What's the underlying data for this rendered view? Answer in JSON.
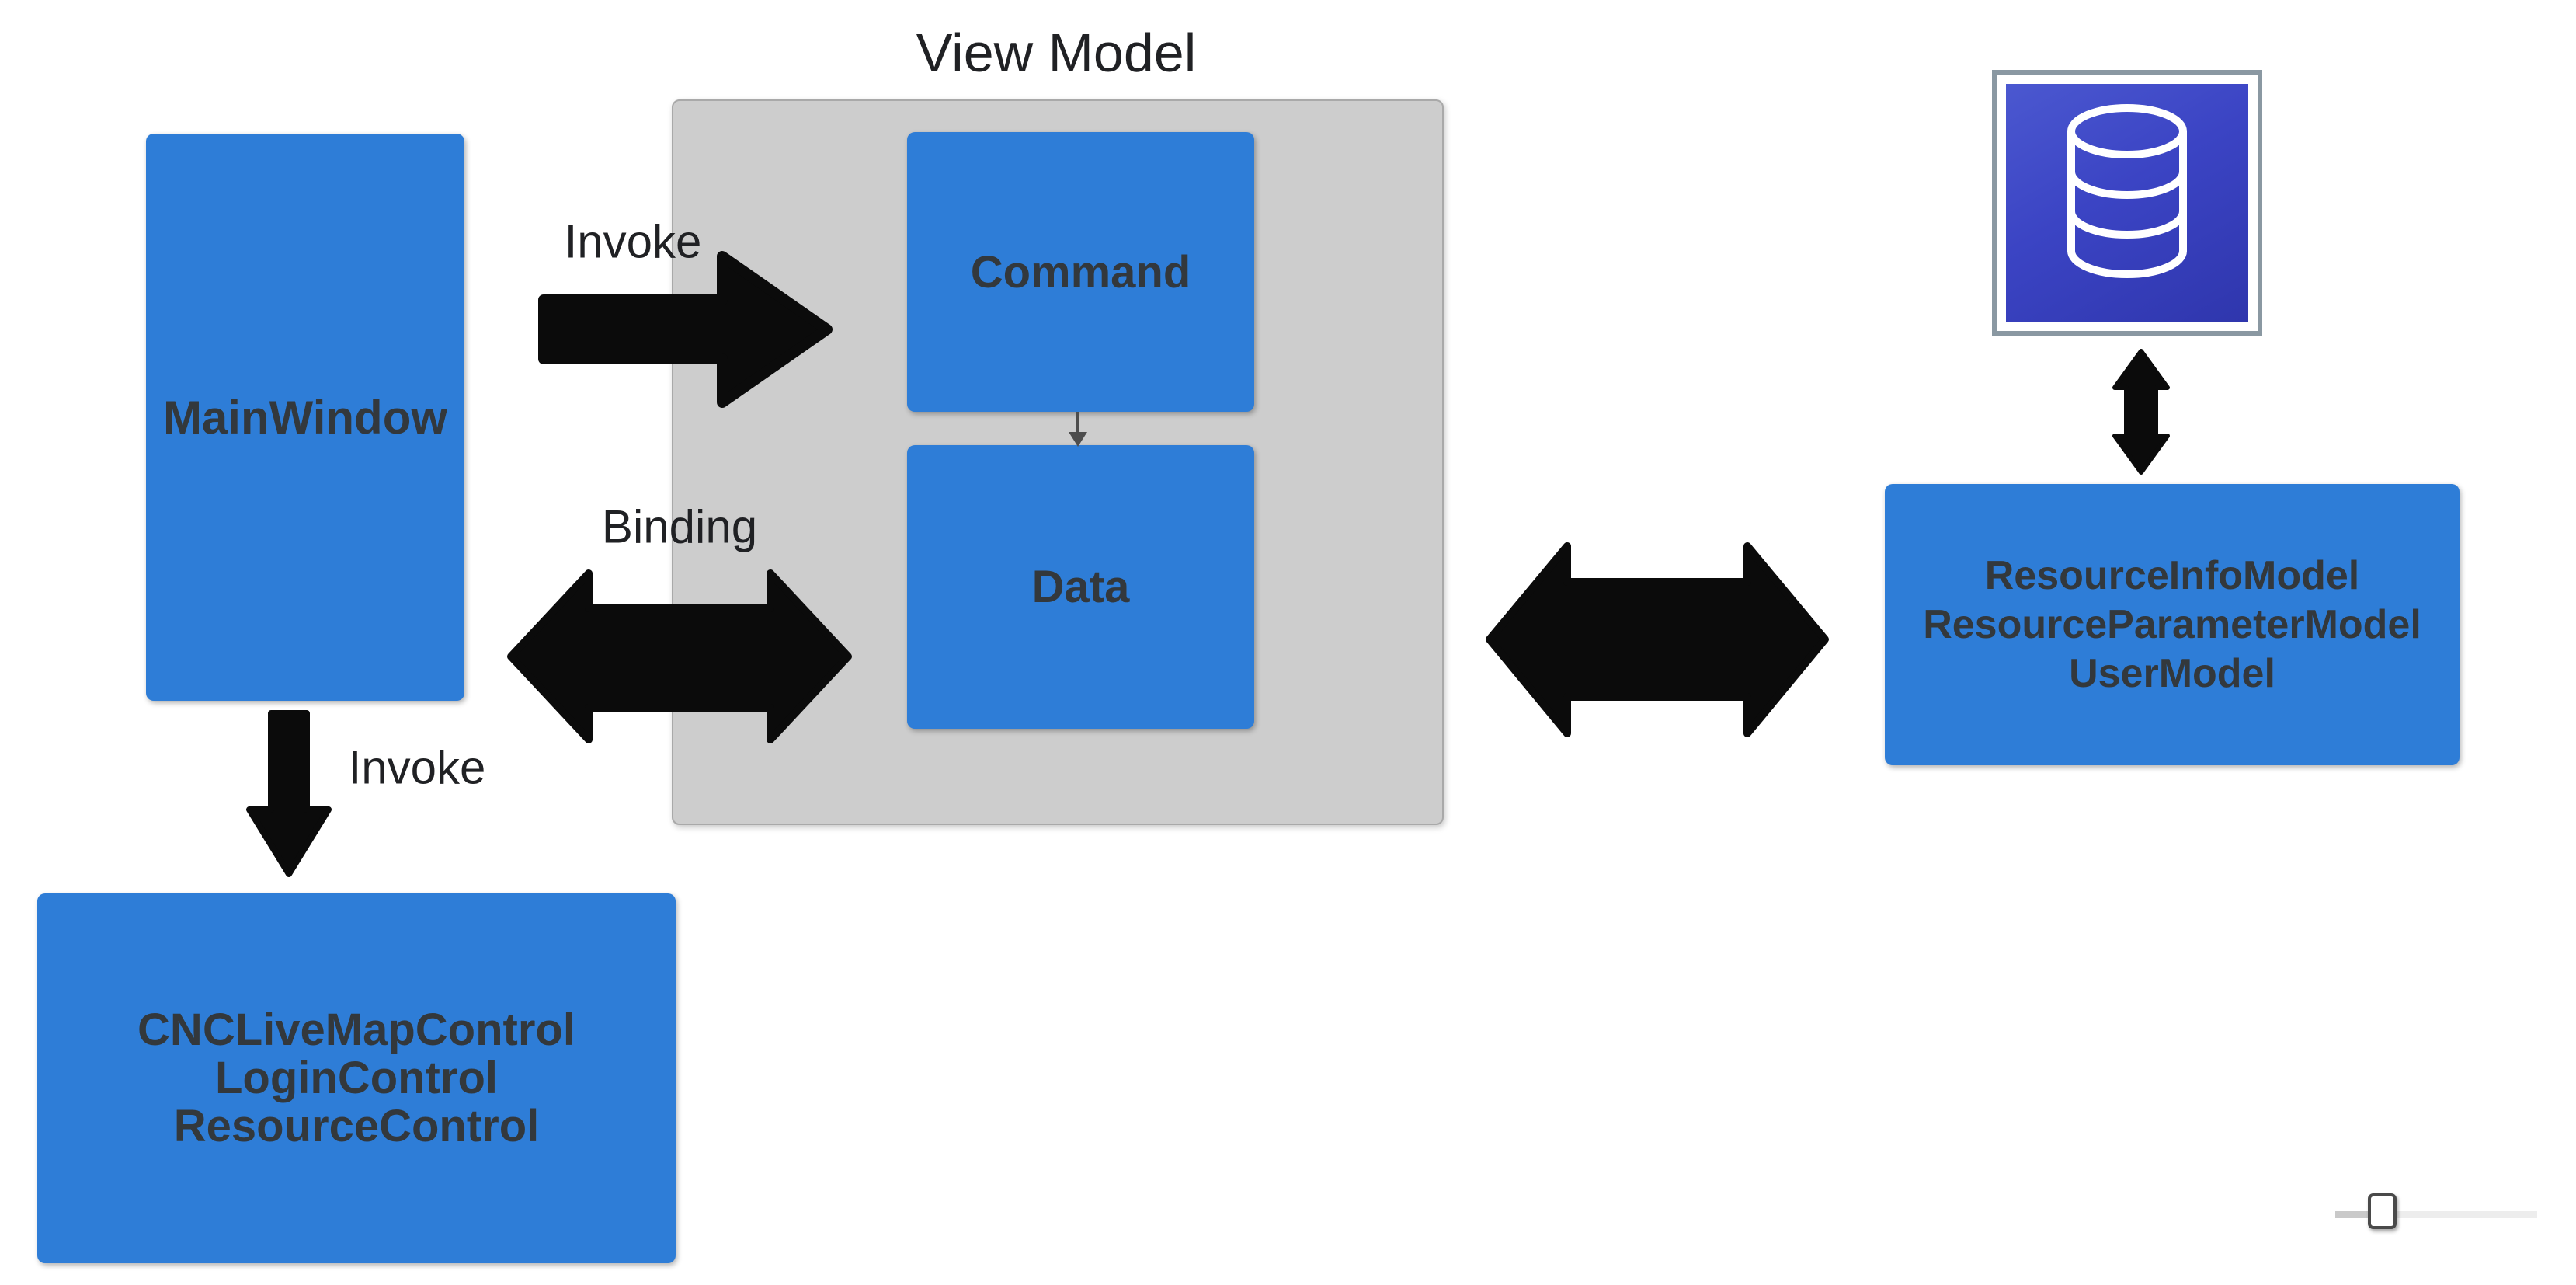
{
  "diagram": {
    "title": "View Model",
    "nodes": {
      "main_window": {
        "label": "MainWindow"
      },
      "command": {
        "label": "Command"
      },
      "data": {
        "label": "Data"
      },
      "view_controls": {
        "lines": [
          "CNCLiveMapControl",
          "LoginControl",
          "ResourceControl"
        ]
      },
      "models": {
        "lines": [
          "ResourceInfoModel",
          "ResourceParameterModel",
          "UserModel"
        ]
      },
      "database_icon": "database-cylinder-icon"
    },
    "edges": {
      "invoke_command": {
        "label": "Invoke",
        "from": "MainWindow",
        "to": "Command",
        "direction": "right"
      },
      "binding": {
        "label": "Binding",
        "from": "MainWindow",
        "to": "Data",
        "direction": "both"
      },
      "invoke_controls": {
        "label": "Invoke",
        "from": "MainWindow",
        "to": "CNCLiveMapControl group",
        "direction": "down"
      },
      "command_to_data": {
        "label": "",
        "from": "Command",
        "to": "Data",
        "direction": "down"
      },
      "viewmodel_models": {
        "label": "",
        "from": "View Model",
        "to": "Models group",
        "direction": "both"
      },
      "models_database": {
        "label": "",
        "from": "Models group",
        "to": "Database",
        "direction": "both"
      }
    },
    "colors": {
      "node_blue": "#2E7DD7",
      "container_gray": "#CDCDCD",
      "container_border": "#A9A9A9",
      "node_text": "#33383C",
      "label_text": "#202124",
      "arrow_black": "#0B0B0B",
      "connector_gray": "#4D4D4D",
      "db_gradient_start": "#4B58D0",
      "db_gradient_end": "#2F36AD",
      "db_frame_gray": "#8A98A2"
    }
  },
  "slider": {
    "orientation": "horizontal",
    "position": "bottom-right",
    "handle_position": "near-left"
  }
}
